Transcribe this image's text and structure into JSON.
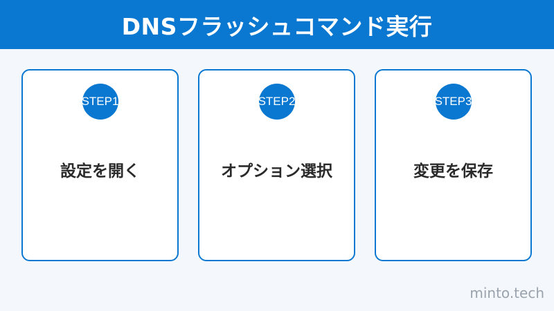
{
  "header": {
    "title": "DNSフラッシュコマンド実行"
  },
  "steps": [
    {
      "badge": "STEP1",
      "label": "設定を開く"
    },
    {
      "badge": "STEP2",
      "label": "オプション選択"
    },
    {
      "badge": "STEP3",
      "label": "変更を保存"
    }
  ],
  "watermark": "minto.tech",
  "colors": {
    "accent": "#0a78d1",
    "background": "#f4f7fb",
    "card": "#ffffff",
    "text": "#2a2a2a",
    "watermark": "#9aa3ad"
  }
}
